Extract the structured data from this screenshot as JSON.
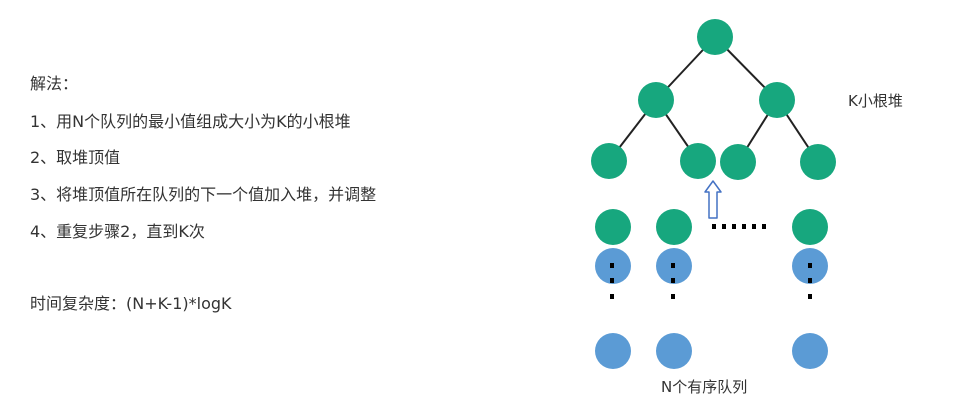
{
  "solution": {
    "heading": "解法：",
    "steps": [
      "1、用N个队列的最小值组成大小为K的小根堆",
      "2、取堆顶值",
      "3、将堆顶值所在队列的下一个值加入堆，并调整",
      "4、重复步骤2，直到K次"
    ],
    "complexity": "时间复杂度：(N+K-1)*logK"
  },
  "diagram": {
    "heap_label": "K小根堆",
    "queues_label": "N个有序队列",
    "colors": {
      "heap_node": "#17a77e",
      "queue_node": "#5b9bd5",
      "edge": "#222222",
      "arrow": "#4472c4",
      "dots": "#000000"
    }
  }
}
